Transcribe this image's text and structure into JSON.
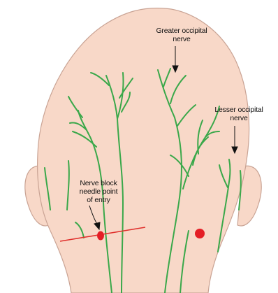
{
  "labels": {
    "greater_occipital": {
      "line1": "Greater occipital",
      "line2": "nerve"
    },
    "lesser_occipital": {
      "line1": "Lesser occipital",
      "line2": "nerve"
    },
    "nerve_block": {
      "line1": "Nerve block",
      "line2": "needle point",
      "line3": "of entry"
    }
  },
  "colors": {
    "skin": "#f8d8c8",
    "outline": "#c9a394",
    "nerve": "#3aa84a",
    "needle": "#e0302c",
    "entry_point": "#e41e26",
    "arrow": "#111111"
  }
}
